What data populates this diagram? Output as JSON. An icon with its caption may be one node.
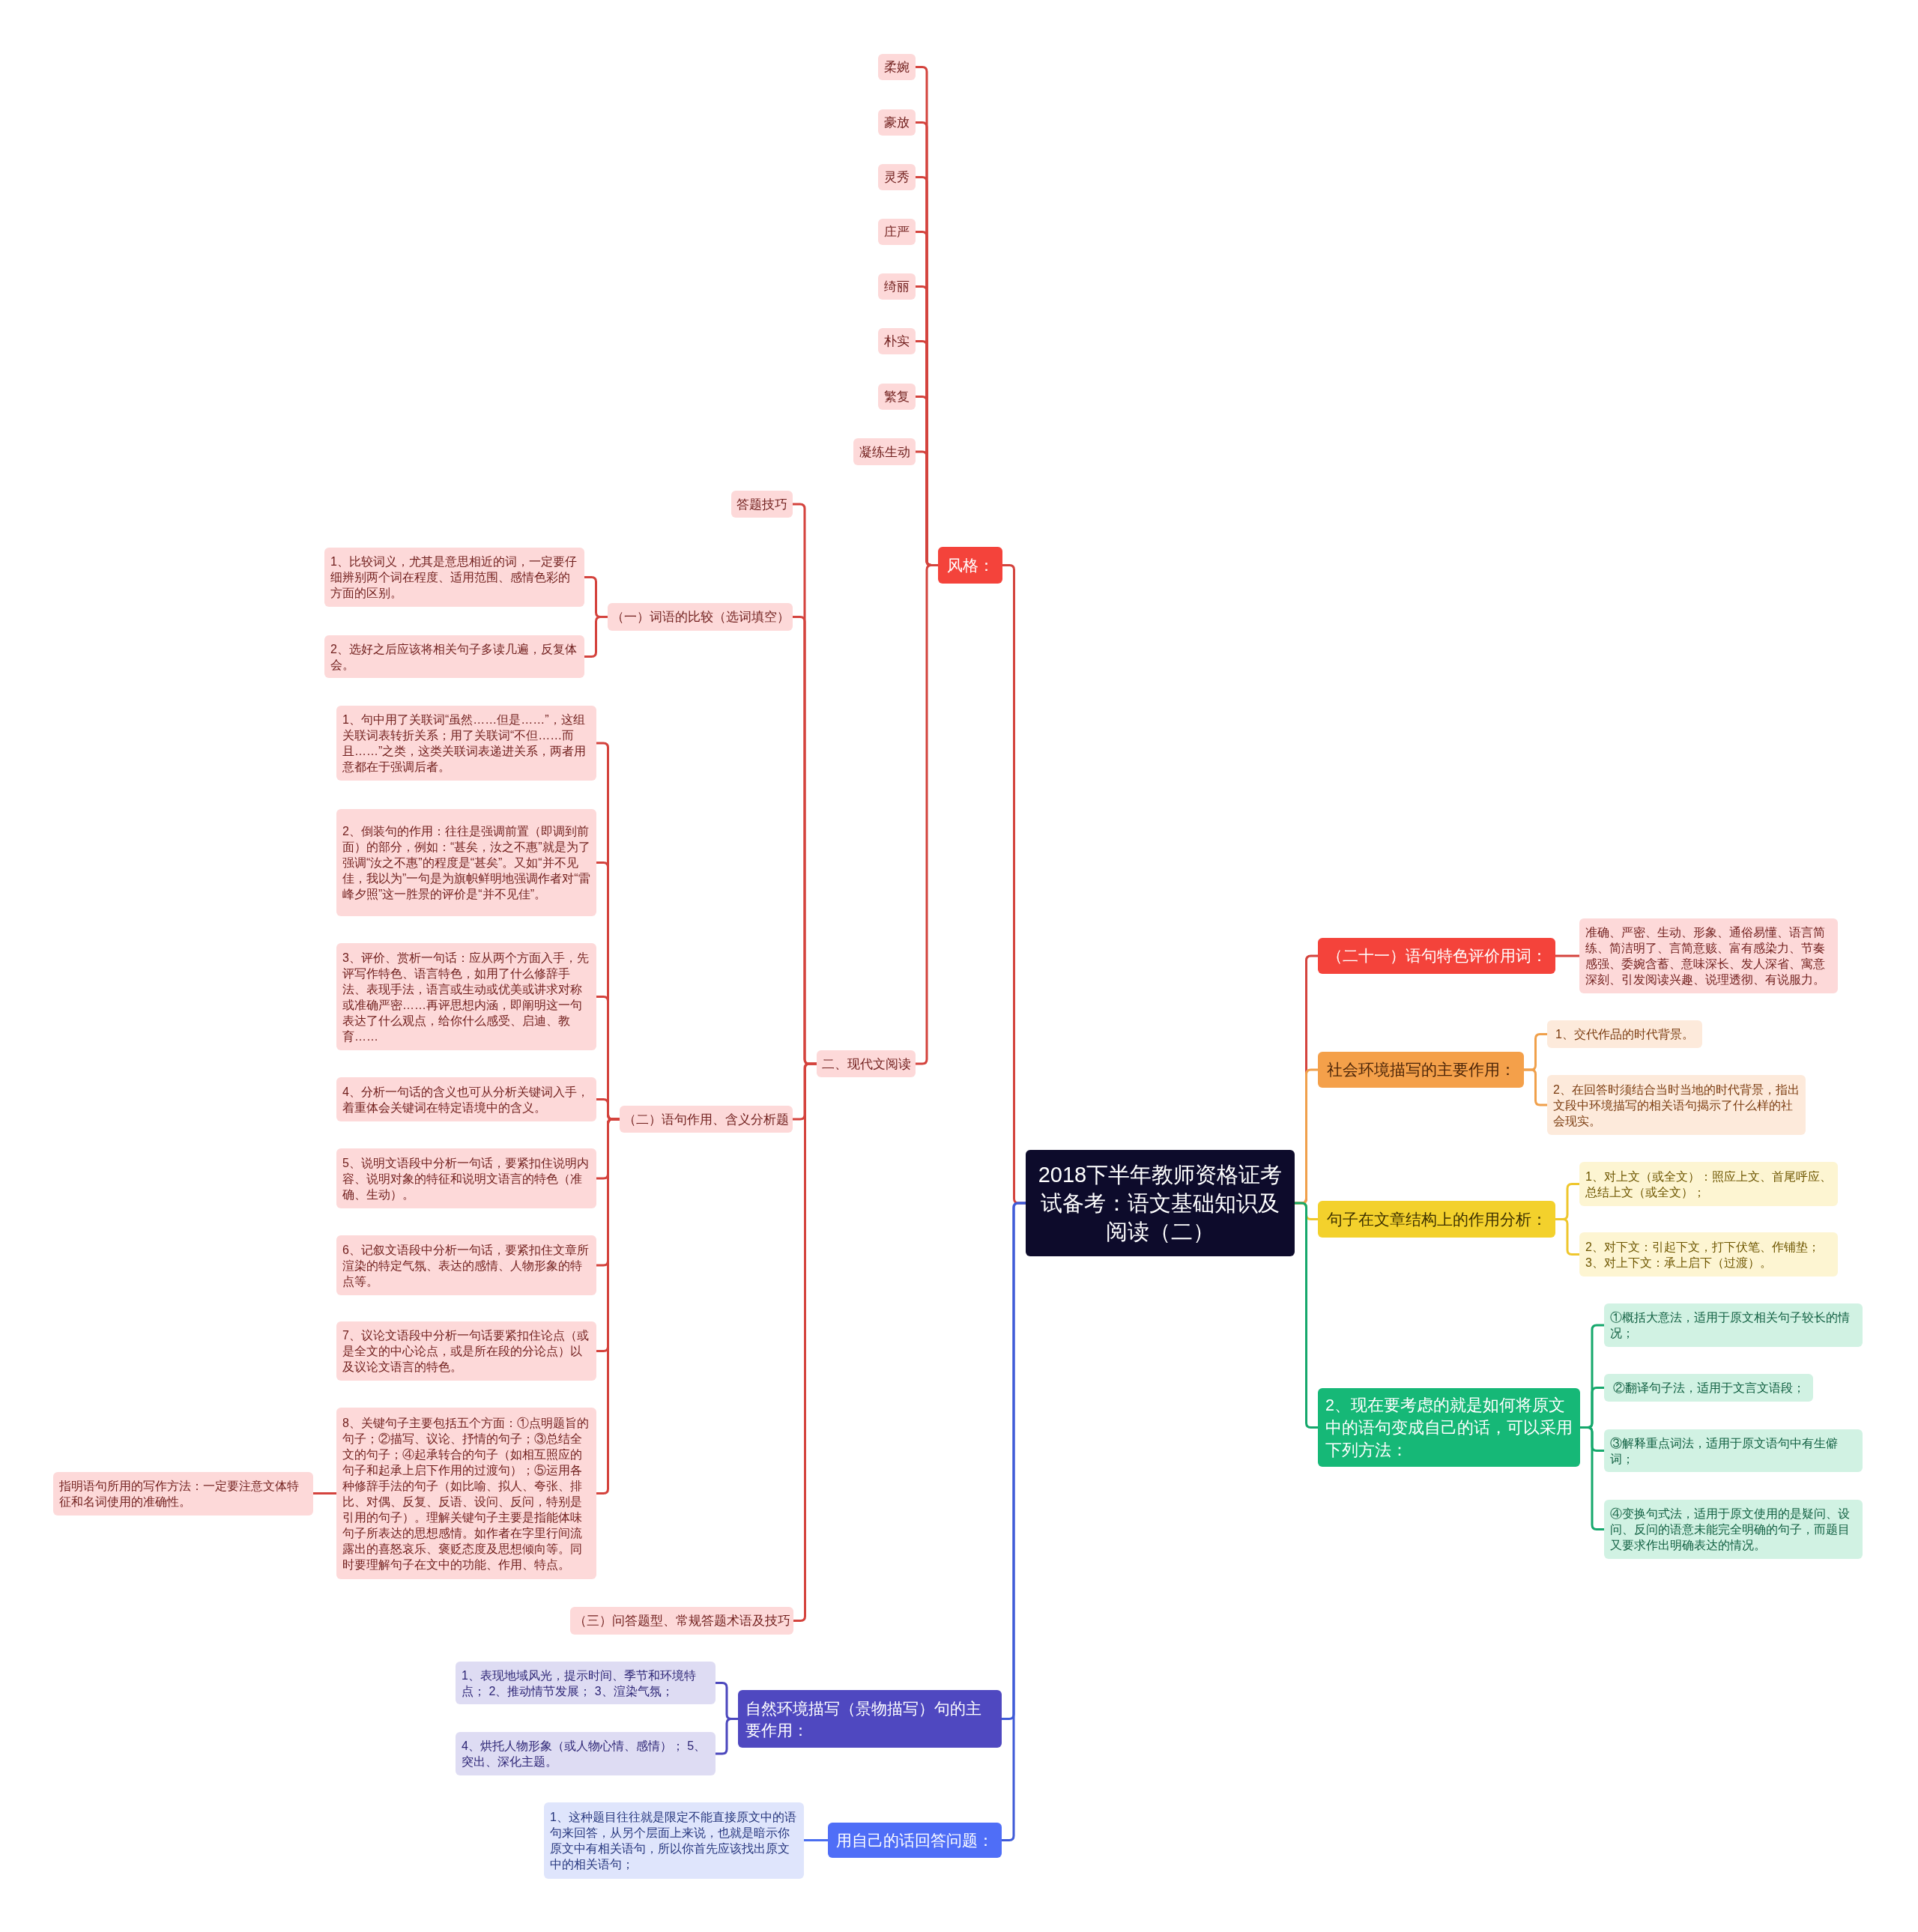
{
  "diagram": {
    "nodes": [
      {
        "text": [
          "2018下半年教师资格证考试备考：语文基础知识及阅读（二）"
        ]
      },
      {
        "text": [
          "风格："
        ]
      },
      {
        "text": [
          "柔婉"
        ]
      },
      {
        "text": [
          "豪放"
        ]
      },
      {
        "text": [
          "灵秀"
        ]
      },
      {
        "text": [
          "庄严"
        ]
      },
      {
        "text": [
          "绮丽"
        ]
      },
      {
        "text": [
          "朴实"
        ]
      },
      {
        "text": [
          "繁复"
        ]
      },
      {
        "text": [
          "凝练生动"
        ]
      },
      {
        "text": [
          "二、现代文阅读"
        ]
      },
      {
        "text": [
          "答题技巧"
        ]
      },
      {
        "text": [
          "（一）词语的比较（选词填空）"
        ]
      },
      {
        "text": [
          "1、比较词义，尤其是意思相近的词，一定要仔细辨别两个词在程度、适用范围、感情色彩的方面的区别。"
        ]
      },
      {
        "text": [
          "2、选好之后应该将相关句子多读几遍，反复体会。"
        ]
      },
      {
        "text": [
          "（二）语句作用、含义分析题"
        ]
      },
      {
        "text": [
          "1、句中用了关联词“虽然……但是……”，这组关联词表转折关系；用了关联词“不但……而且……”之类，这类关联词表递进关系，两者用意都在于强调后者。"
        ]
      },
      {
        "text": [
          "2、倒装句的作用：往往是强调前置（即调到前面）的部分，例如：“甚矣，汝之不惠”就是为了强调“汝之不惠”的程度是“甚矣”。又如“并不见佳，我以为”一句是为旗帜鲜明地强调作者对“雷峰夕照”这一胜景的评价是“并不见佳”。"
        ]
      },
      {
        "text": [
          "3、评价、赏析一句话：应从两个方面入手，先评写作特色、语言特色，如用了什么修辞手法、表现手法，语言或生动或优美或讲求对称或准确严密……再评思想内涵，即阐明这一句表达了什么观点，给你什么感受、启迪、教育……"
        ]
      },
      {
        "text": [
          "4、分析一句话的含义也可从分析关键词入手，着重体会关键词在特定语境中的含义。"
        ]
      },
      {
        "text": [
          "5、说明文语段中分析一句话，要紧扣住说明内容、说明对象的特征和说明文语言的特色（准确、生动）。"
        ]
      },
      {
        "text": [
          "6、记叙文语段中分析一句话，要紧扣住文章所渲染的特定气氛、表达的感情、人物形象的特点等。"
        ]
      },
      {
        "text": [
          "7、议论文语段中分析一句话要紧扣住论点（或是全文的中心论点，或是所在段的分论点）以及议论文语言的特色。"
        ]
      },
      {
        "text": [
          "8、关键句子主要包括五个方面：①点明题旨的句子；②描写、议论、抒情的句子；③总结全文的句子；④起承转合的句子（如相互照应的句子和起承上启下作用的过渡句）；⑤运用各种修辞手法的句子（如比喻、拟人、夸张、排比、对偶、反复、反语、设问、反问，特别是引用的句子）。理解关键句子主要是指能体味句子所表达的思想感情。如作者在字里行间流露出的喜怒哀乐、褒贬态度及思想倾向等。同时要理解句子在文中的功能、作用、特点。"
        ]
      },
      {
        "text": [
          "指明语句所用的写作方法：一定要注意文体特征和名词使用的准确性。"
        ]
      },
      {
        "text": [
          "（三）问答题型、常规答题术语及技巧"
        ]
      },
      {
        "text": [
          "自然环境描写（景物描写）句的主要作用："
        ]
      },
      {
        "text": [
          "1、表现地域风光，提示时间、季节和环境特点； 2、推动情节发展； 3、渲染气氛；"
        ]
      },
      {
        "text": [
          "4、烘托人物形象（或人物心情、感情）； 5、突出、深化主题。"
        ]
      },
      {
        "text": [
          "用自己的话回答问题："
        ]
      },
      {
        "text": [
          "1、这种题目往往就是限定不能直接原文中的语句来回答，从另个层面上来说，也就是暗示你原文中有相关语句，所以你首先应该找出原文中的相关语句；"
        ]
      },
      {
        "text": [
          "（二十一）语句特色评价用词："
        ]
      },
      {
        "text": [
          "准确、严密、生动、形象、通俗易懂、语言简练、简洁明了、言简意赅、富有感染力、节奏感强、委婉含蓄、意味深长、发人深省、寓意深刻、引发阅读兴趣、说理透彻、有说服力。"
        ]
      },
      {
        "text": [
          "社会环境描写的主要作用："
        ]
      },
      {
        "text": [
          "1、交代作品的时代背景。"
        ]
      },
      {
        "text": [
          "2、在回答时须结合当时当地的时代背景，指出文段中环境描写的相关语句揭示了什么样的社会现实。"
        ]
      },
      {
        "text": [
          "句子在文章结构上的作用分析："
        ]
      },
      {
        "text": [
          "1、对上文（或全文）：照应上文、首尾呼应、总结上文（或全文）；"
        ]
      },
      {
        "text": [
          "2、对下文：引起下文，打下伏笔、作铺垫；3、对上下文：承上启下（过渡）。"
        ]
      },
      {
        "text": [
          "2、现在要考虑的就是如何将原文中的语句变成自己的话，可以采用下列方法："
        ]
      },
      {
        "text": [
          "①概括大意法，适用于原文相关句子较长的情况；"
        ]
      },
      {
        "text": [
          "②翻译句子法，适用于文言文语段；"
        ]
      },
      {
        "text": [
          "③解释重点词法，适用于原文语句中有生僻词；"
        ]
      },
      {
        "text": [
          "④变换句式法，适用于原文使用的是疑问、设问、反问的语意未能完全明确的句子，而题目又要求作出明确表达的情况。"
        ]
      }
    ],
    "edges": [
      {
        "from": 0,
        "to": 1,
        "arrow": "none"
      },
      {
        "from": 1,
        "to": 2,
        "arrow": "none"
      },
      {
        "from": 1,
        "to": 3,
        "arrow": "none"
      },
      {
        "from": 1,
        "to": 4,
        "arrow": "none"
      },
      {
        "from": 1,
        "to": 5,
        "arrow": "none"
      },
      {
        "from": 1,
        "to": 6,
        "arrow": "none"
      },
      {
        "from": 1,
        "to": 7,
        "arrow": "none"
      },
      {
        "from": 1,
        "to": 8,
        "arrow": "none"
      },
      {
        "from": 1,
        "to": 9,
        "arrow": "none"
      },
      {
        "from": 1,
        "to": 10,
        "arrow": "none"
      },
      {
        "from": 10,
        "to": 11,
        "arrow": "none"
      },
      {
        "from": 10,
        "to": 12,
        "arrow": "none"
      },
      {
        "from": 12,
        "to": 13,
        "arrow": "none"
      },
      {
        "from": 12,
        "to": 14,
        "arrow": "none"
      },
      {
        "from": 10,
        "to": 15,
        "arrow": "none"
      },
      {
        "from": 15,
        "to": 16,
        "arrow": "none"
      },
      {
        "from": 15,
        "to": 17,
        "arrow": "none"
      },
      {
        "from": 15,
        "to": 18,
        "arrow": "none"
      },
      {
        "from": 15,
        "to": 19,
        "arrow": "none"
      },
      {
        "from": 15,
        "to": 20,
        "arrow": "none"
      },
      {
        "from": 15,
        "to": 21,
        "arrow": "none"
      },
      {
        "from": 15,
        "to": 22,
        "arrow": "none"
      },
      {
        "from": 15,
        "to": 23,
        "arrow": "none"
      },
      {
        "from": 23,
        "to": 24,
        "arrow": "none"
      },
      {
        "from": 10,
        "to": 25,
        "arrow": "none"
      },
      {
        "from": 0,
        "to": 26,
        "arrow": "none",
        "color": "#3f5bd8"
      },
      {
        "from": 26,
        "to": 27,
        "arrow": "none",
        "color": "#4b47bd"
      },
      {
        "from": 26,
        "to": 28,
        "arrow": "none",
        "color": "#4b47bd"
      },
      {
        "from": 0,
        "to": 29,
        "arrow": "none",
        "color": "#3f5bd8"
      },
      {
        "from": 29,
        "to": 30,
        "arrow": "none",
        "color": "#4a6ef0"
      },
      {
        "from": 0,
        "to": 31,
        "arrow": "none"
      },
      {
        "from": 31,
        "to": 32,
        "arrow": "none"
      },
      {
        "from": 0,
        "to": 33,
        "arrow": "none",
        "color": "#f0a04b"
      },
      {
        "from": 33,
        "to": 34,
        "arrow": "none",
        "color": "#f0a04b"
      },
      {
        "from": 33,
        "to": 35,
        "arrow": "none",
        "color": "#f0a04b"
      },
      {
        "from": 0,
        "to": 36,
        "arrow": "none",
        "color": "#efc72e"
      },
      {
        "from": 36,
        "to": 37,
        "arrow": "none",
        "color": "#efc72e"
      },
      {
        "from": 36,
        "to": 38,
        "arrow": "none",
        "color": "#efc72e"
      },
      {
        "from": 0,
        "to": 39,
        "arrow": "none",
        "color": "#15a86c"
      },
      {
        "from": 39,
        "to": 40,
        "arrow": "none",
        "color": "#15a86c"
      },
      {
        "from": 39,
        "to": 41,
        "arrow": "none",
        "color": "#15a86c"
      },
      {
        "from": 39,
        "to": 42,
        "arrow": "none",
        "color": "#15a86c"
      },
      {
        "from": 39,
        "to": 43,
        "arrow": "none",
        "color": "#15a86c"
      }
    ]
  }
}
